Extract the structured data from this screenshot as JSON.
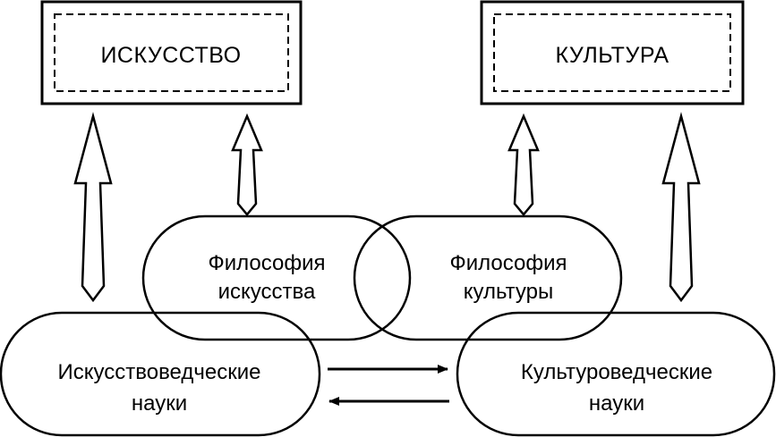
{
  "boxes": {
    "art": "ИСКУССТВО",
    "culture": "КУЛЬТУРА"
  },
  "nodes": {
    "philosophy_art": {
      "line1": "Философия",
      "line2": "искусства"
    },
    "philosophy_culture": {
      "line1": "Философия",
      "line2": "культуры"
    },
    "art_sciences": {
      "line1": "Искусствоведческие",
      "line2": "науки"
    },
    "culture_sciences": {
      "line1": "Культуроведческие",
      "line2": "науки"
    }
  },
  "colors": {
    "ink": "#000000",
    "paper": "#ffffff"
  }
}
